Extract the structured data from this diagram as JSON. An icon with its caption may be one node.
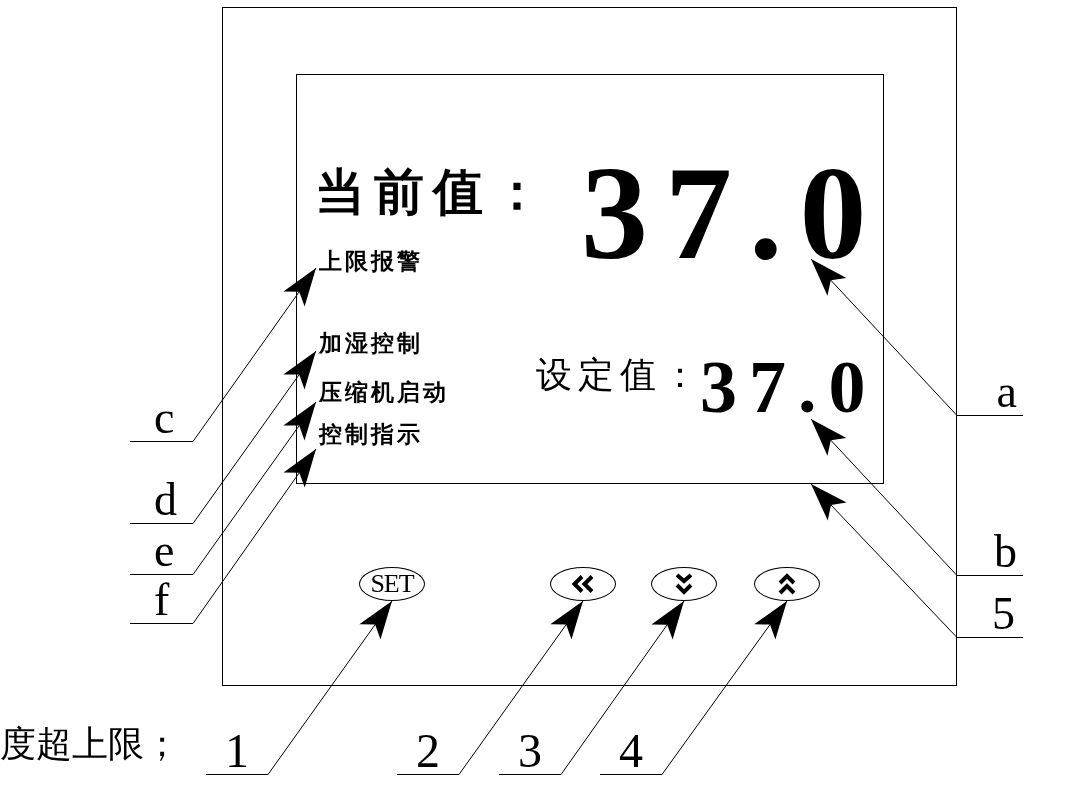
{
  "diagram": {
    "nodes": [
      {
        "text": [],
        "shape": "box"
      },
      {
        "text": [],
        "shape": "box",
        "in": 0
      },
      {
        "text": [
          "37.0"
        ],
        "in": 1
      },
      {
        "text": [
          "上限报警"
        ],
        "in": 1
      },
      {
        "text": [
          "加湿控制"
        ],
        "in": 1
      },
      {
        "text": [
          "37.0"
        ],
        "in": 1
      },
      {
        "text": [
          "压缩机启动"
        ],
        "in": 1
      },
      {
        "text": [
          "控制指示"
        ],
        "in": 1
      },
      {
        "text": [
          "SET"
        ],
        "in": 0
      },
      {
        "text": [],
        "shape": "ellipse",
        "in": 0
      },
      {
        "text": [],
        "shape": "ellipse",
        "in": 0
      },
      {
        "text": [],
        "shape": "ellipse",
        "in": 0
      },
      {
        "text": [
          "a"
        ]
      },
      {
        "text": [
          "b"
        ]
      },
      {
        "text": [
          "5"
        ]
      },
      {
        "text": [
          "c"
        ]
      },
      {
        "text": [
          "d"
        ]
      },
      {
        "text": [
          "e"
        ]
      },
      {
        "text": [
          "f"
        ]
      },
      {
        "text": [
          "1"
        ]
      },
      {
        "text": [
          "2"
        ]
      },
      {
        "text": [
          "3"
        ]
      },
      {
        "text": [
          "4"
        ]
      }
    ],
    "edges": [
      {
        "from": 12,
        "to": 2,
        "arrow": "to"
      },
      {
        "from": 13,
        "to": 5,
        "arrow": "to"
      },
      {
        "from": 14,
        "to": 1,
        "arrow": "to"
      },
      {
        "from": 15,
        "to": 3,
        "arrow": "to"
      },
      {
        "from": 16,
        "to": 4,
        "arrow": "to"
      },
      {
        "from": 17,
        "to": 6,
        "arrow": "to"
      },
      {
        "from": 18,
        "to": 7,
        "arrow": "to"
      },
      {
        "from": 19,
        "to": 8,
        "arrow": "to"
      },
      {
        "from": 20,
        "to": 9,
        "arrow": "to"
      },
      {
        "from": 21,
        "to": 10,
        "arrow": "to"
      },
      {
        "from": 22,
        "to": 11,
        "arrow": "to"
      }
    ],
    "labels": [
      "当前值：",
      "设定值：",
      "度超上限；"
    ]
  }
}
